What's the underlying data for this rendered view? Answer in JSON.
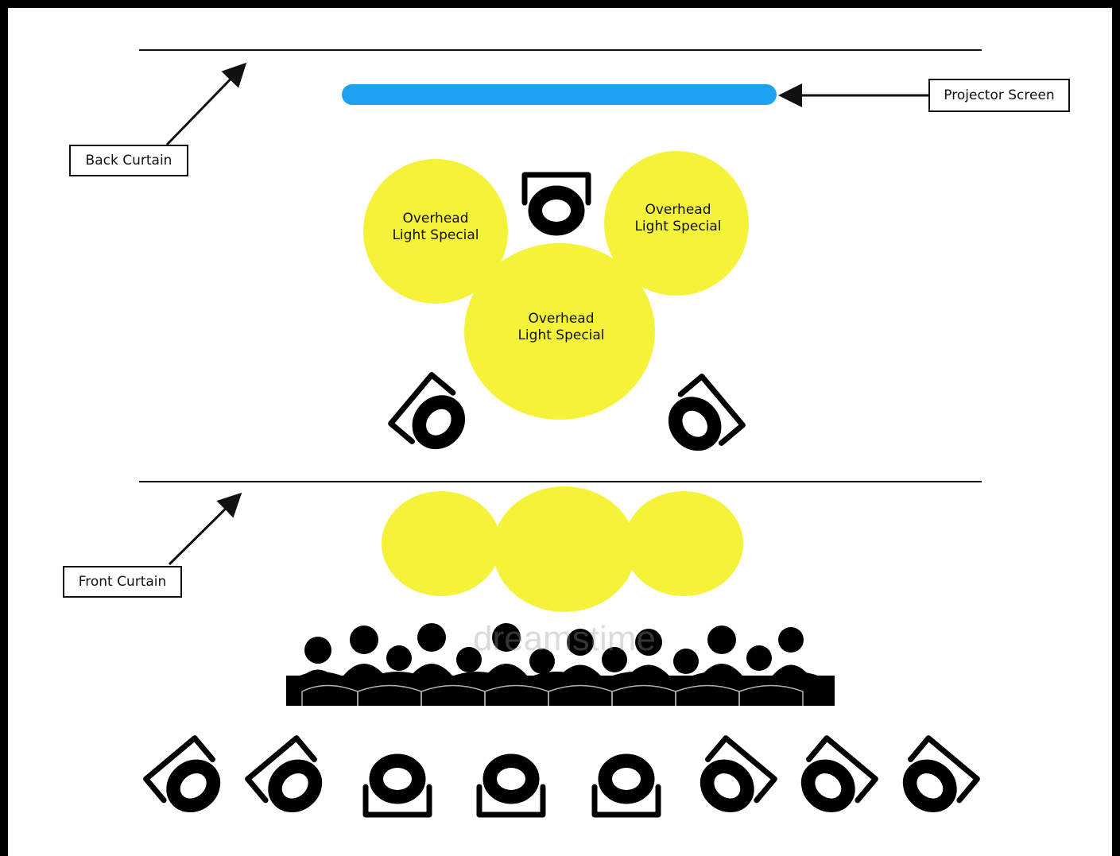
{
  "labels": {
    "back_curtain": "Back Curtain",
    "projector_screen": "Projector Screen",
    "front_curtain": "Front Curtain"
  },
  "lights": {
    "left": "Overhead\nLight Special",
    "right": "Overhead\nLight Special",
    "center": "Overhead\nLight Special"
  },
  "watermark": "dreamstime",
  "colors": {
    "projector_screen": "#1da1f2",
    "light_pool": "#f5f23a",
    "audience": "#000000"
  },
  "icons": {
    "fixture": "stage-light-icon",
    "audience": "audience-silhouette-icon"
  }
}
